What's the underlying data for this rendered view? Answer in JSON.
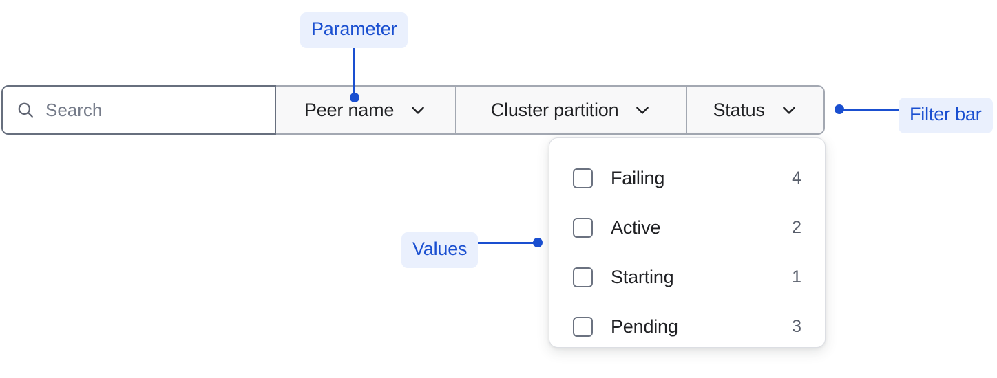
{
  "filter_bar": {
    "name": "Filter bar",
    "search": {
      "icon": "search-icon",
      "placeholder": "Search",
      "value": ""
    },
    "dropdowns": [
      {
        "label": "Peer name",
        "icon": "chevron-down-icon",
        "expanded": false
      },
      {
        "label": "Cluster partition",
        "icon": "chevron-down-icon",
        "expanded": false
      },
      {
        "label": "Status",
        "icon": "chevron-down-icon",
        "expanded": true
      }
    ]
  },
  "values_panel": {
    "open_for": "Status",
    "options": [
      {
        "label": "Failing",
        "count": "4",
        "checked": false
      },
      {
        "label": "Active",
        "count": "2",
        "checked": false
      },
      {
        "label": "Starting",
        "count": "1",
        "checked": false
      },
      {
        "label": "Pending",
        "count": "3",
        "checked": false
      }
    ]
  },
  "annotations": {
    "parameter": "Parameter",
    "values": "Values",
    "filter_bar": "Filter bar"
  },
  "colors": {
    "annotation_text": "#1a4fd0",
    "annotation_bg": "#eaf0fd",
    "search_border": "#676f7e",
    "segment_border": "#a3a8b2",
    "segment_bg": "#f8f8f9",
    "panel_bg": "#ffffff",
    "text": "#202124",
    "count_text": "#585e6b"
  }
}
